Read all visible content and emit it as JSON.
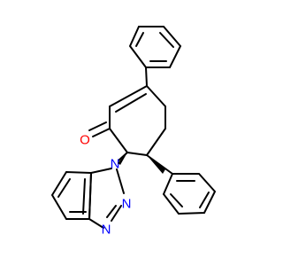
{
  "colors": {
    "bond": "#000000",
    "oxygen": "#ff0000",
    "nitrogen": "#0000ff",
    "background": "#ffffff"
  },
  "atoms": {
    "oxygen": "O",
    "n1": "N",
    "n2": "N",
    "n3": "N"
  }
}
